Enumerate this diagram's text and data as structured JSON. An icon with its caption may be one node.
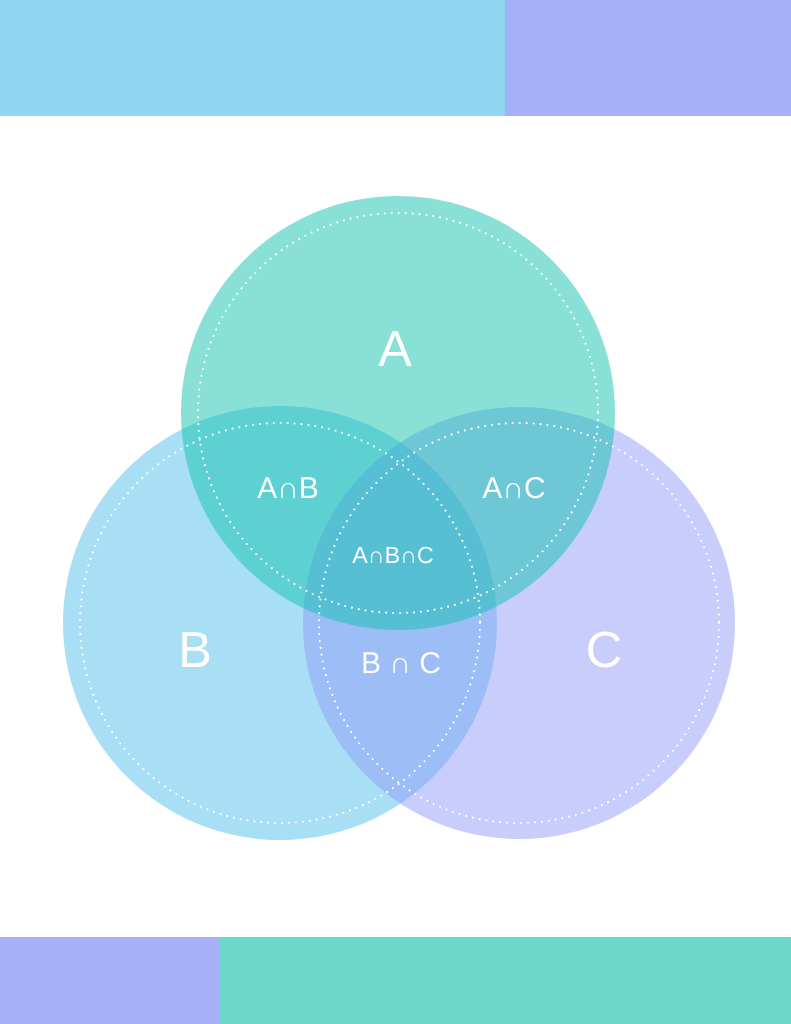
{
  "diagram": {
    "nodes": [
      {
        "text": [],
        "shape": "bar"
      },
      {
        "text": [],
        "shape": "bar"
      },
      {
        "text": [
          "A"
        ]
      },
      {
        "text": [
          "B"
        ]
      },
      {
        "text": [
          "C"
        ]
      },
      {
        "text": [],
        "shape": "bar"
      },
      {
        "text": [],
        "shape": "bar"
      }
    ],
    "labels": [
      "A∩B",
      "A∩C",
      "A∩B∩C",
      "B ∩ C"
    ]
  }
}
